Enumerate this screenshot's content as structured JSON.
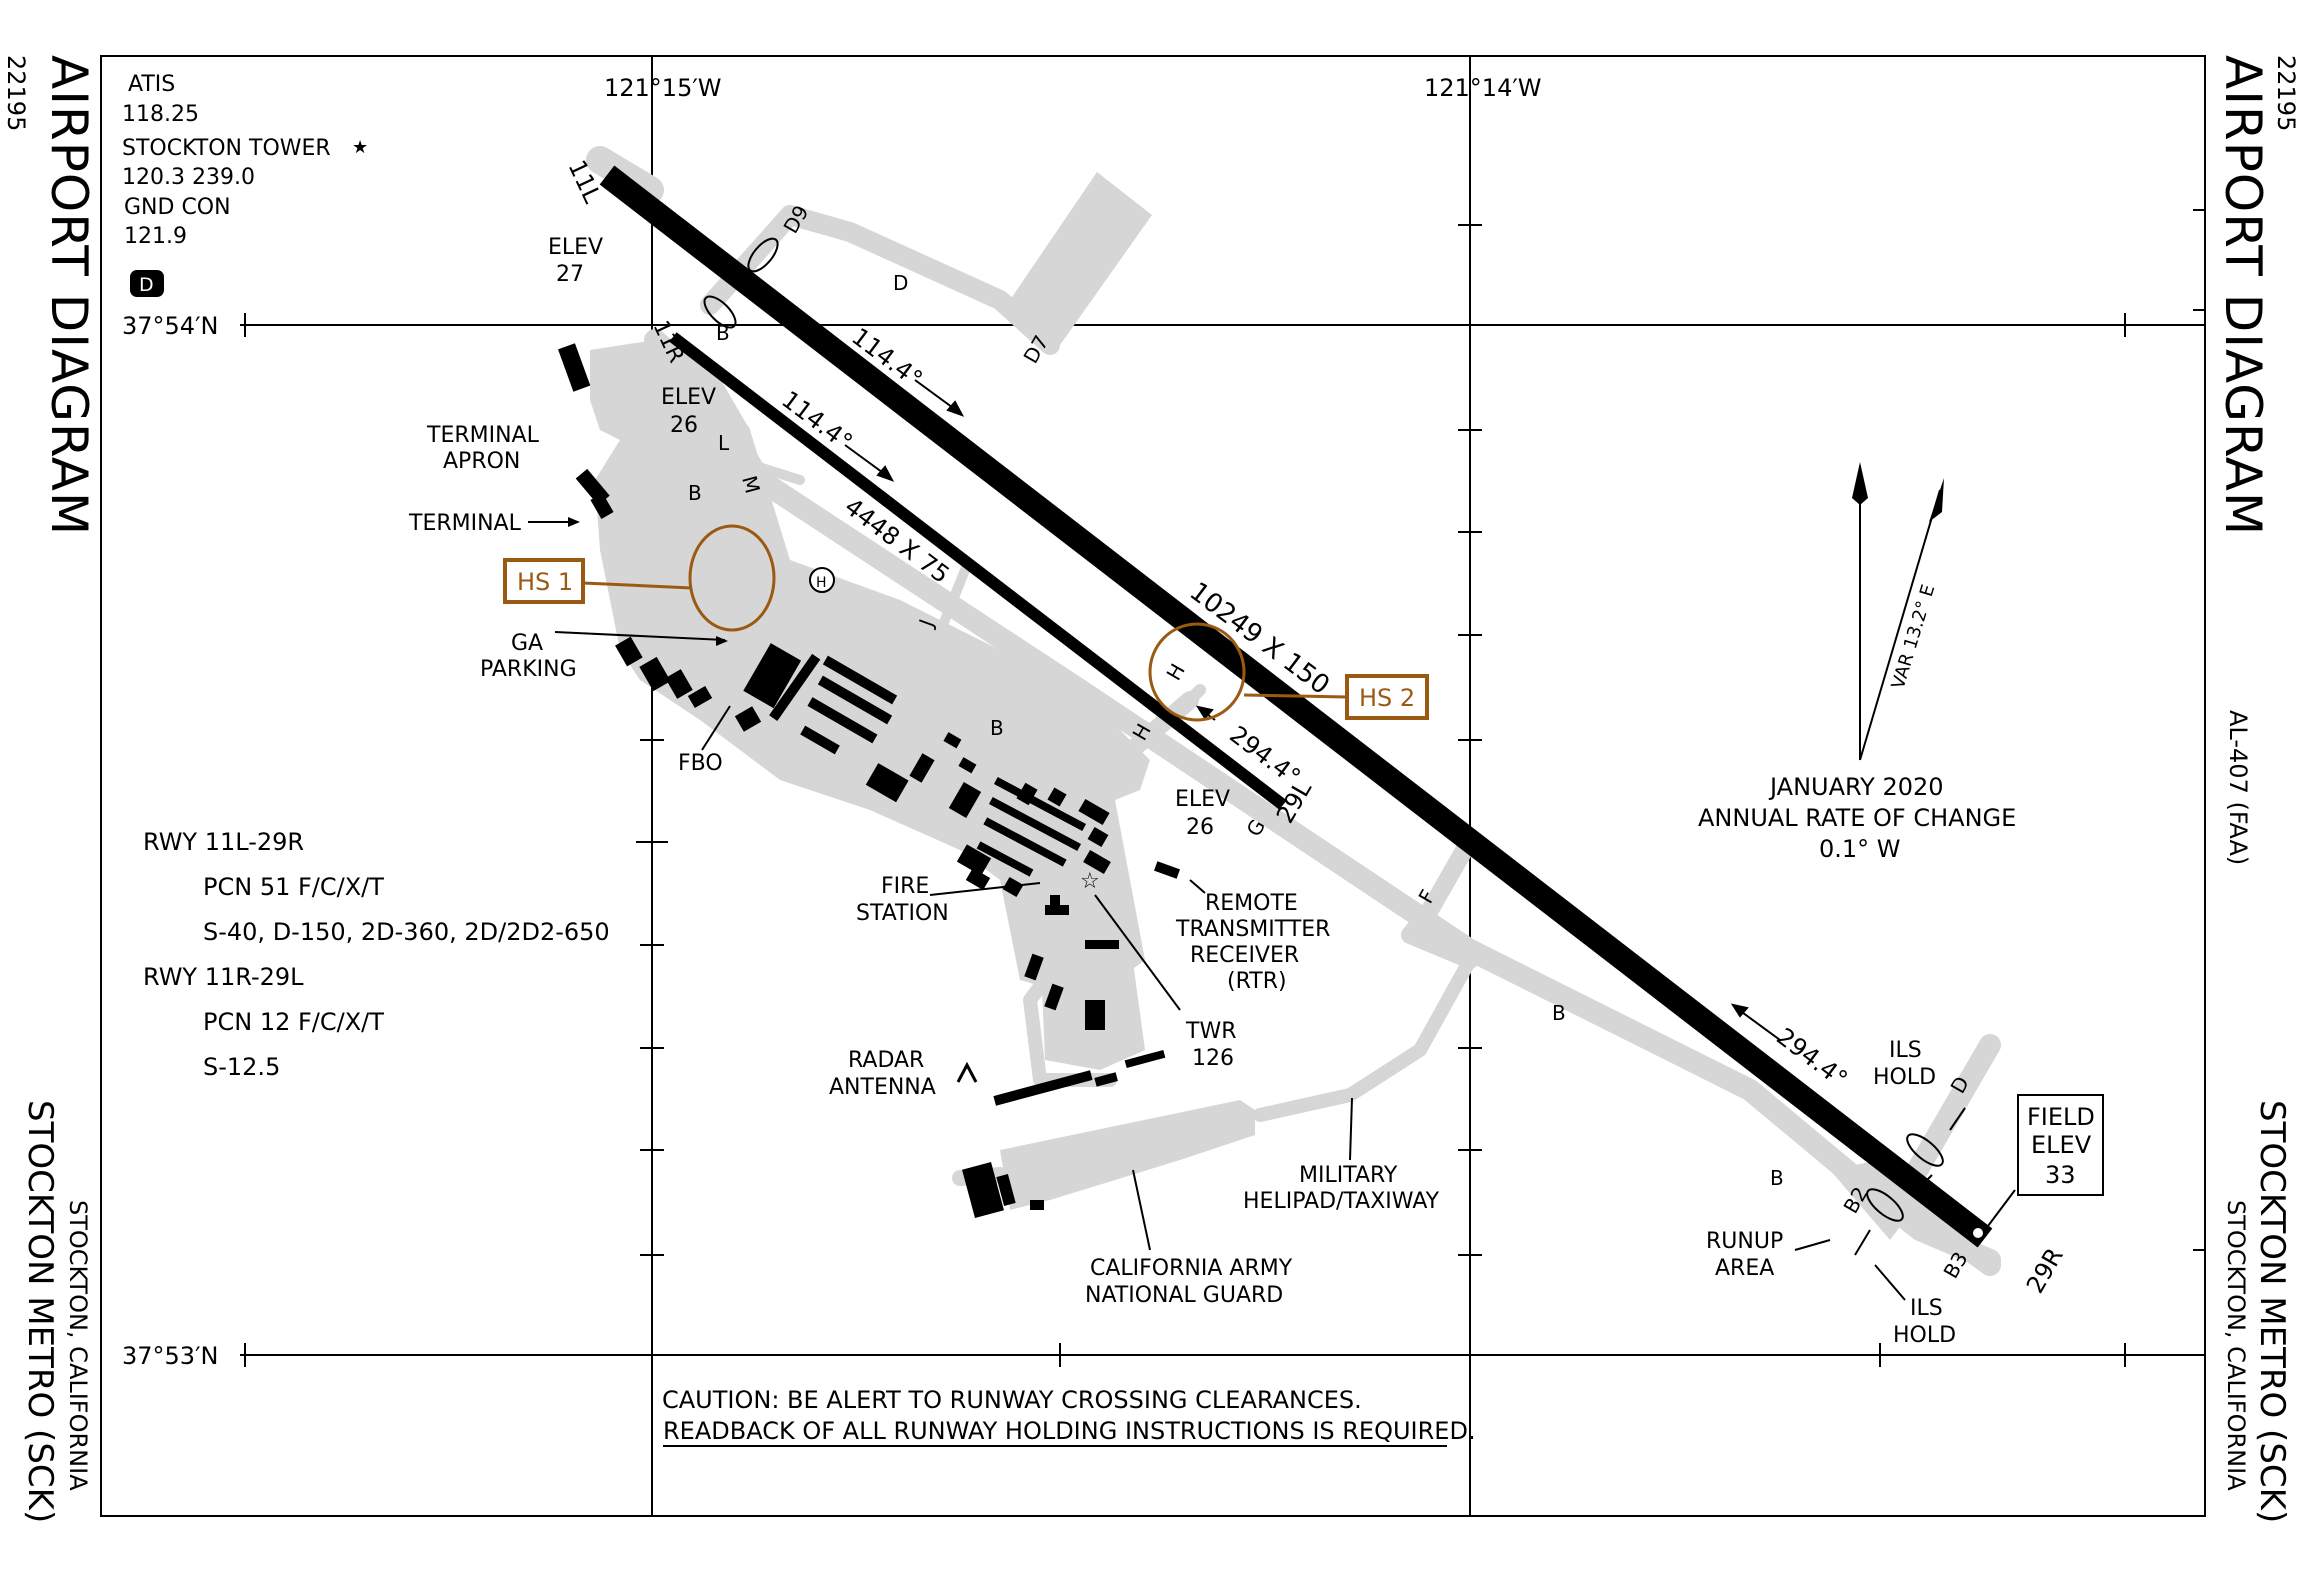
{
  "side_left": {
    "chart_number": "22195",
    "title": "AIRPORT DIAGRAM",
    "airport": "STOCKTON METRO (SCK)",
    "location": "STOCKTON, CALIFORNIA"
  },
  "side_right": {
    "chart_number": "22195",
    "title": "AIRPORT DIAGRAM",
    "chart_id": "AL-407 (FAA)",
    "airport": "STOCKTON METRO (SCK)",
    "location": "STOCKTON, CALIFORNIA"
  },
  "coords": {
    "lon_left": "121°15′W",
    "lon_right": "121°14′W",
    "lat_top": "37°54′N",
    "lat_bottom": "37°53′N"
  },
  "frequencies": {
    "atis_label": "ATIS",
    "atis_freq": "118.25",
    "tower_label": "STOCKTON TOWER",
    "tower_star": "★",
    "tower_freq": "120.3  239.0",
    "gnd_label": "GND CON",
    "gnd_freq": "121.9",
    "airspace_letter": "D"
  },
  "runway_info": {
    "rwy1": "RWY 11L-29R",
    "rwy1_pcn": "PCN 51 F/C/X/T",
    "rwy1_strength": "S-40, D-150, 2D-360, 2D/2D2-650",
    "rwy2": "RWY 11R-29L",
    "rwy2_pcn": "PCN 12 F/C/X/T",
    "rwy2_strength": "S-12.5"
  },
  "runways": {
    "r11l": "11L",
    "r11r": "11R",
    "r29l": "29L",
    "r29r": "29R",
    "main_dims": "10249 X 150",
    "minor_dims": "4448 X 75",
    "hdg_114a": "114.4°",
    "hdg_114b": "114.4°",
    "hdg_294a": "294.4°",
    "hdg_294b": "294.4°",
    "elev_label": "ELEV",
    "elev_11l": "27",
    "elev_11r": "26",
    "elev_29l": "26"
  },
  "taxiways": [
    "B",
    "B",
    "B",
    "B",
    "L",
    "M",
    "J",
    "H",
    "H",
    "G",
    "F",
    "D",
    "D",
    "D7",
    "D9",
    "B2",
    "B3"
  ],
  "labels": {
    "terminal_apron_1": "TERMINAL",
    "terminal_apron_2": "APRON",
    "terminal": "TERMINAL",
    "ga_parking_1": "GA",
    "ga_parking_2": "PARKING",
    "fbo": "FBO",
    "fire_1": "FIRE",
    "fire_2": "STATION",
    "rtr_1": "REMOTE",
    "rtr_2": "TRANSMITTER",
    "rtr_3": "RECEIVER",
    "rtr_4": "(RTR)",
    "twr_1": "TWR",
    "twr_2": "126",
    "radar_1": "RADAR",
    "radar_2": "ANTENNA",
    "military_1": "MILITARY",
    "military_2": "HELIPAD/TAXIWAY",
    "guard_1": "CALIFORNIA  ARMY",
    "guard_2": "NATIONAL  GUARD",
    "runup_1": "RUNUP",
    "runup_2": "AREA",
    "ils_hold_1": "ILS",
    "ils_hold_2": "HOLD",
    "heliport": "H"
  },
  "hotspots": {
    "hs1": "HS 1",
    "hs2": "HS 2",
    "color": "#9a5a12"
  },
  "field_elev": {
    "line1": "FIELD",
    "line2": "ELEV",
    "value": "33"
  },
  "variation": {
    "var_text": "VAR 13.2° E",
    "date": "JANUARY 2020",
    "rate_label": "ANNUAL RATE OF CHANGE",
    "rate": "0.1° W"
  },
  "caution": {
    "line1": "CAUTION:  BE ALERT TO RUNWAY CROSSING CLEARANCES.",
    "line2": "READBACK OF ALL RUNWAY HOLDING INSTRUCTIONS IS REQUIRED."
  },
  "colors": {
    "pavement": "#d6d6d6",
    "runway": "#000000",
    "hotspot": "#9a5a12"
  }
}
